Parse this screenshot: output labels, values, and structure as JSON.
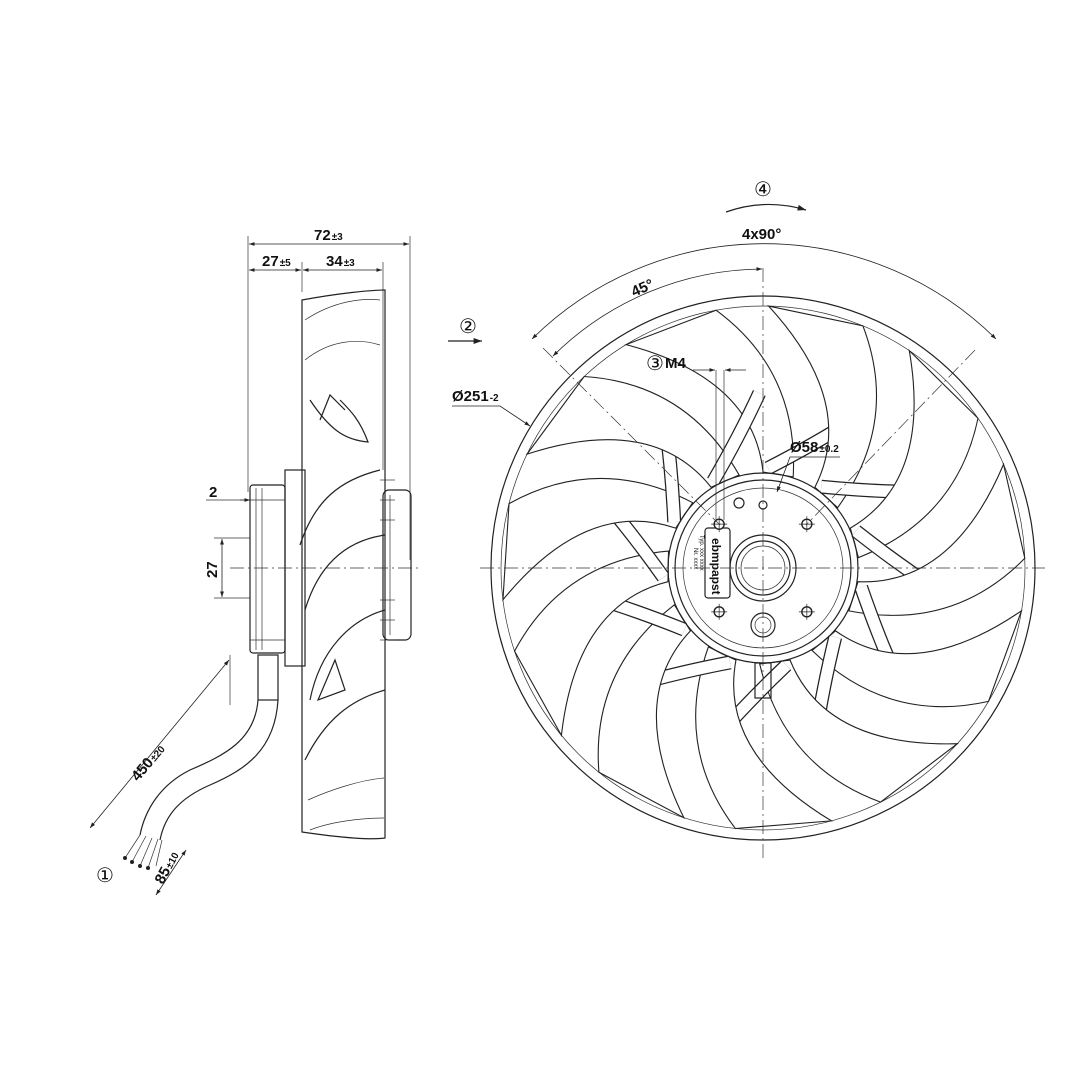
{
  "drawing": {
    "side_view": {
      "overall_length": "72",
      "overall_length_tol": "±3",
      "hub_offset": "27",
      "hub_offset_tol": "±5",
      "blade_depth": "34",
      "blade_depth_tol": "±3",
      "shaft_step": "2",
      "hub_height": "27",
      "cable_length": "450",
      "cable_length_tol": "±20",
      "strip_length": "85",
      "strip_length_tol": "±10"
    },
    "front_view": {
      "diameter": "Ø251",
      "diameter_tol": "-2",
      "hub_diameter": "Ø58",
      "hub_diameter_tol": "±0.2",
      "thread": "M4",
      "angle_spacing": "4x90°",
      "angle_offset": "45°",
      "brand": "ebmpapst",
      "label_line_1": "Typ. xxx xxxx",
      "label_line_2": "Nr. xxxx"
    },
    "callouts": {
      "cable": "①",
      "airflow": "②",
      "mounting_thread": "③",
      "rotation": "④"
    }
  }
}
